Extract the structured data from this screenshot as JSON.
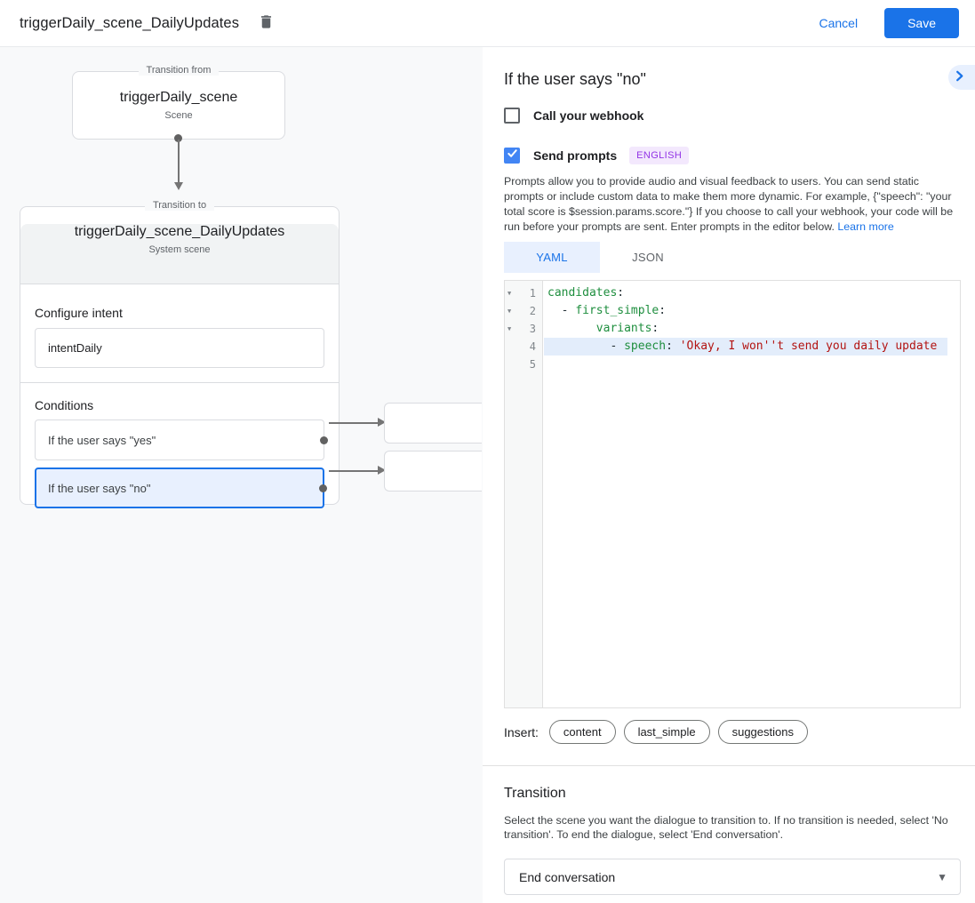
{
  "topbar": {
    "title": "triggerDaily_scene_DailyUpdates",
    "cancel_label": "Cancel",
    "save_label": "Save"
  },
  "canvas": {
    "from_box": {
      "legend": "Transition from",
      "title": "triggerDaily_scene",
      "subtitle": "Scene"
    },
    "to_box": {
      "legend": "Transition to",
      "title": "triggerDaily_scene_DailyUpdates",
      "subtitle": "System scene",
      "configure_intent_label": "Configure intent",
      "intent_value": "intentDaily",
      "conditions_label": "Conditions",
      "conditions": [
        {
          "label": "If the user says \"yes\"",
          "selected": false
        },
        {
          "label": "If the user says \"no\"",
          "selected": true
        }
      ]
    }
  },
  "panel": {
    "title": "If the user says \"no\"",
    "webhook": {
      "label": "Call your webhook",
      "checked": false
    },
    "prompts": {
      "label": "Send prompts",
      "checked": true,
      "badge": "ENGLISH"
    },
    "description": "Prompts allow you to provide audio and visual feedback to users. You can send static prompts or include custom data to make them more dynamic. For example, {\"speech\": \"your total score is $session.params.score.\"} If you choose to call your webhook, your code will be run before your prompts are sent. Enter prompts in the editor below. ",
    "learn_more_label": "Learn more",
    "tabs": [
      "YAML",
      "JSON"
    ],
    "active_tab": "YAML",
    "editor_lines": [
      {
        "num": "1",
        "fold": true,
        "hl": false,
        "tokens": [
          {
            "t": "key",
            "v": "candidates"
          },
          {
            "t": "p",
            "v": ":"
          }
        ]
      },
      {
        "num": "2",
        "fold": true,
        "hl": false,
        "tokens": [
          {
            "t": "p",
            "v": "  - "
          },
          {
            "t": "key",
            "v": "first_simple"
          },
          {
            "t": "p",
            "v": ":"
          }
        ]
      },
      {
        "num": "3",
        "fold": true,
        "hl": false,
        "tokens": [
          {
            "t": "p",
            "v": "       "
          },
          {
            "t": "key",
            "v": "variants"
          },
          {
            "t": "p",
            "v": ":"
          }
        ]
      },
      {
        "num": "4",
        "fold": false,
        "hl": true,
        "tokens": [
          {
            "t": "p",
            "v": "         - "
          },
          {
            "t": "key",
            "v": "speech"
          },
          {
            "t": "p",
            "v": ": "
          },
          {
            "t": "str",
            "v": "'Okay, I won''t send you daily update"
          }
        ]
      },
      {
        "num": "5",
        "fold": false,
        "hl": false,
        "tokens": []
      }
    ],
    "insert_label": "Insert:",
    "chips": [
      "content",
      "last_simple",
      "suggestions"
    ],
    "transition": {
      "title": "Transition",
      "description": "Select the scene you want the dialogue to transition to. If no transition is needed, select 'No transition'. To end the dialogue, select 'End conversation'.",
      "dropdown_value": "End conversation"
    }
  },
  "colors": {
    "accent_blue": "#1a73e8",
    "checkbox_blue": "#4285f4",
    "selected_bg": "#e8f0fe",
    "badge_purple": "#9334e6",
    "yaml_key_green": "#1e8e3e",
    "yaml_string_red": "#b31412"
  }
}
